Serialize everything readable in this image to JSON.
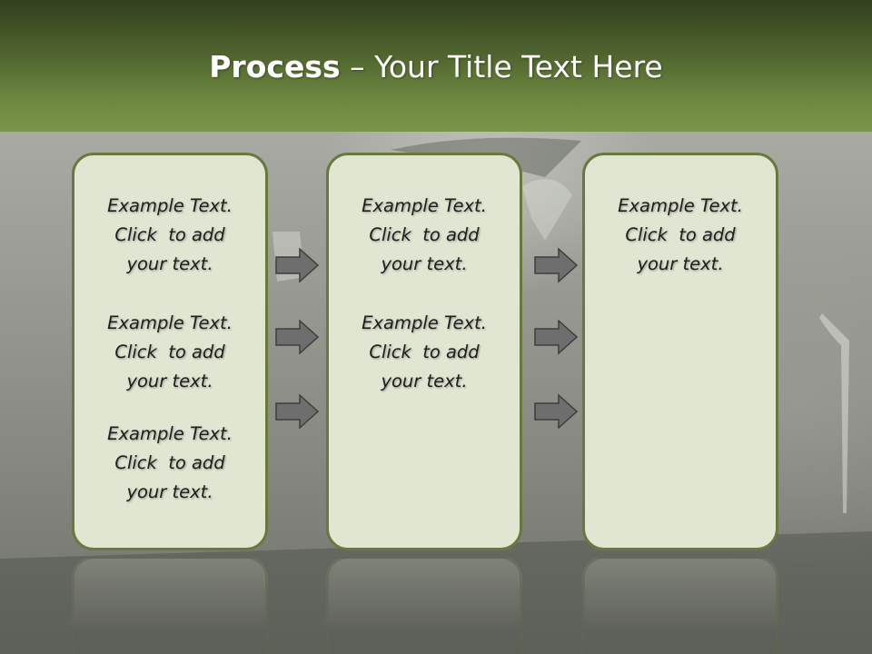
{
  "title": {
    "bold": "Process",
    "rest": "  – Your Title Text Here"
  },
  "columns": [
    {
      "blocks": [
        [
          "Example Text.",
          "Click  to add",
          "your text."
        ],
        [
          "Example Text.",
          "Click  to add",
          "your text."
        ],
        [
          "Example Text.",
          "Click  to add",
          "your text."
        ]
      ]
    },
    {
      "blocks": [
        [
          "Example Text.",
          "Click  to add",
          "your text."
        ],
        [
          "Example Text.",
          "Click  to add",
          "your text."
        ]
      ]
    },
    {
      "blocks": [
        [
          "Example Text.",
          "Click  to add",
          "your text."
        ]
      ]
    }
  ],
  "colors": {
    "header_dark": "#323f1f",
    "header_light": "#7b9548",
    "panel_fill": "#e1e6d2",
    "panel_border": "#68793e",
    "arrow_fill": "#6e6e6e"
  }
}
